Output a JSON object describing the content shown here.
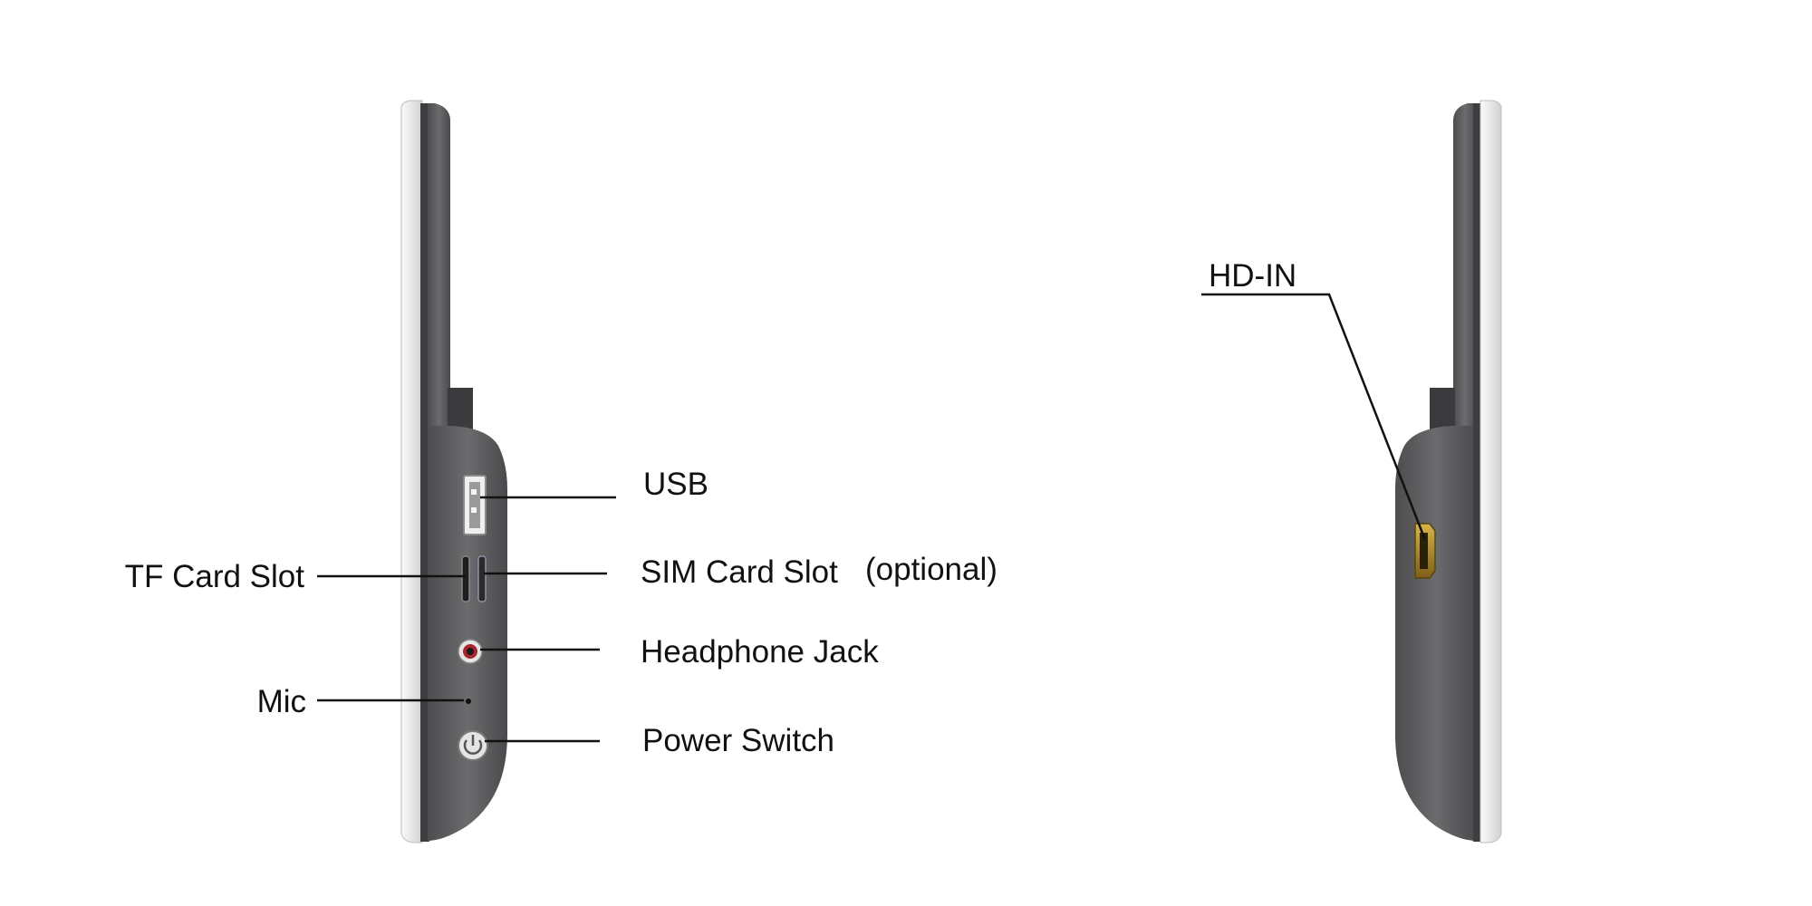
{
  "labels": {
    "usb": "USB",
    "sim_card_slot": "SIM Card Slot",
    "sim_optional": "(optional)",
    "tf_card_slot": "TF Card Slot",
    "headphone_jack": "Headphone Jack",
    "mic": "Mic",
    "power_switch": "Power Switch",
    "hd_in": "HD-IN"
  },
  "colors": {
    "body_dark": "#5a5a5c",
    "body_mid": "#6e6e70",
    "frame_light": "#e8e8e8",
    "port_metal": "#d9d9d9",
    "port_gold": "#b8902a",
    "jack_red": "#a8262e"
  }
}
